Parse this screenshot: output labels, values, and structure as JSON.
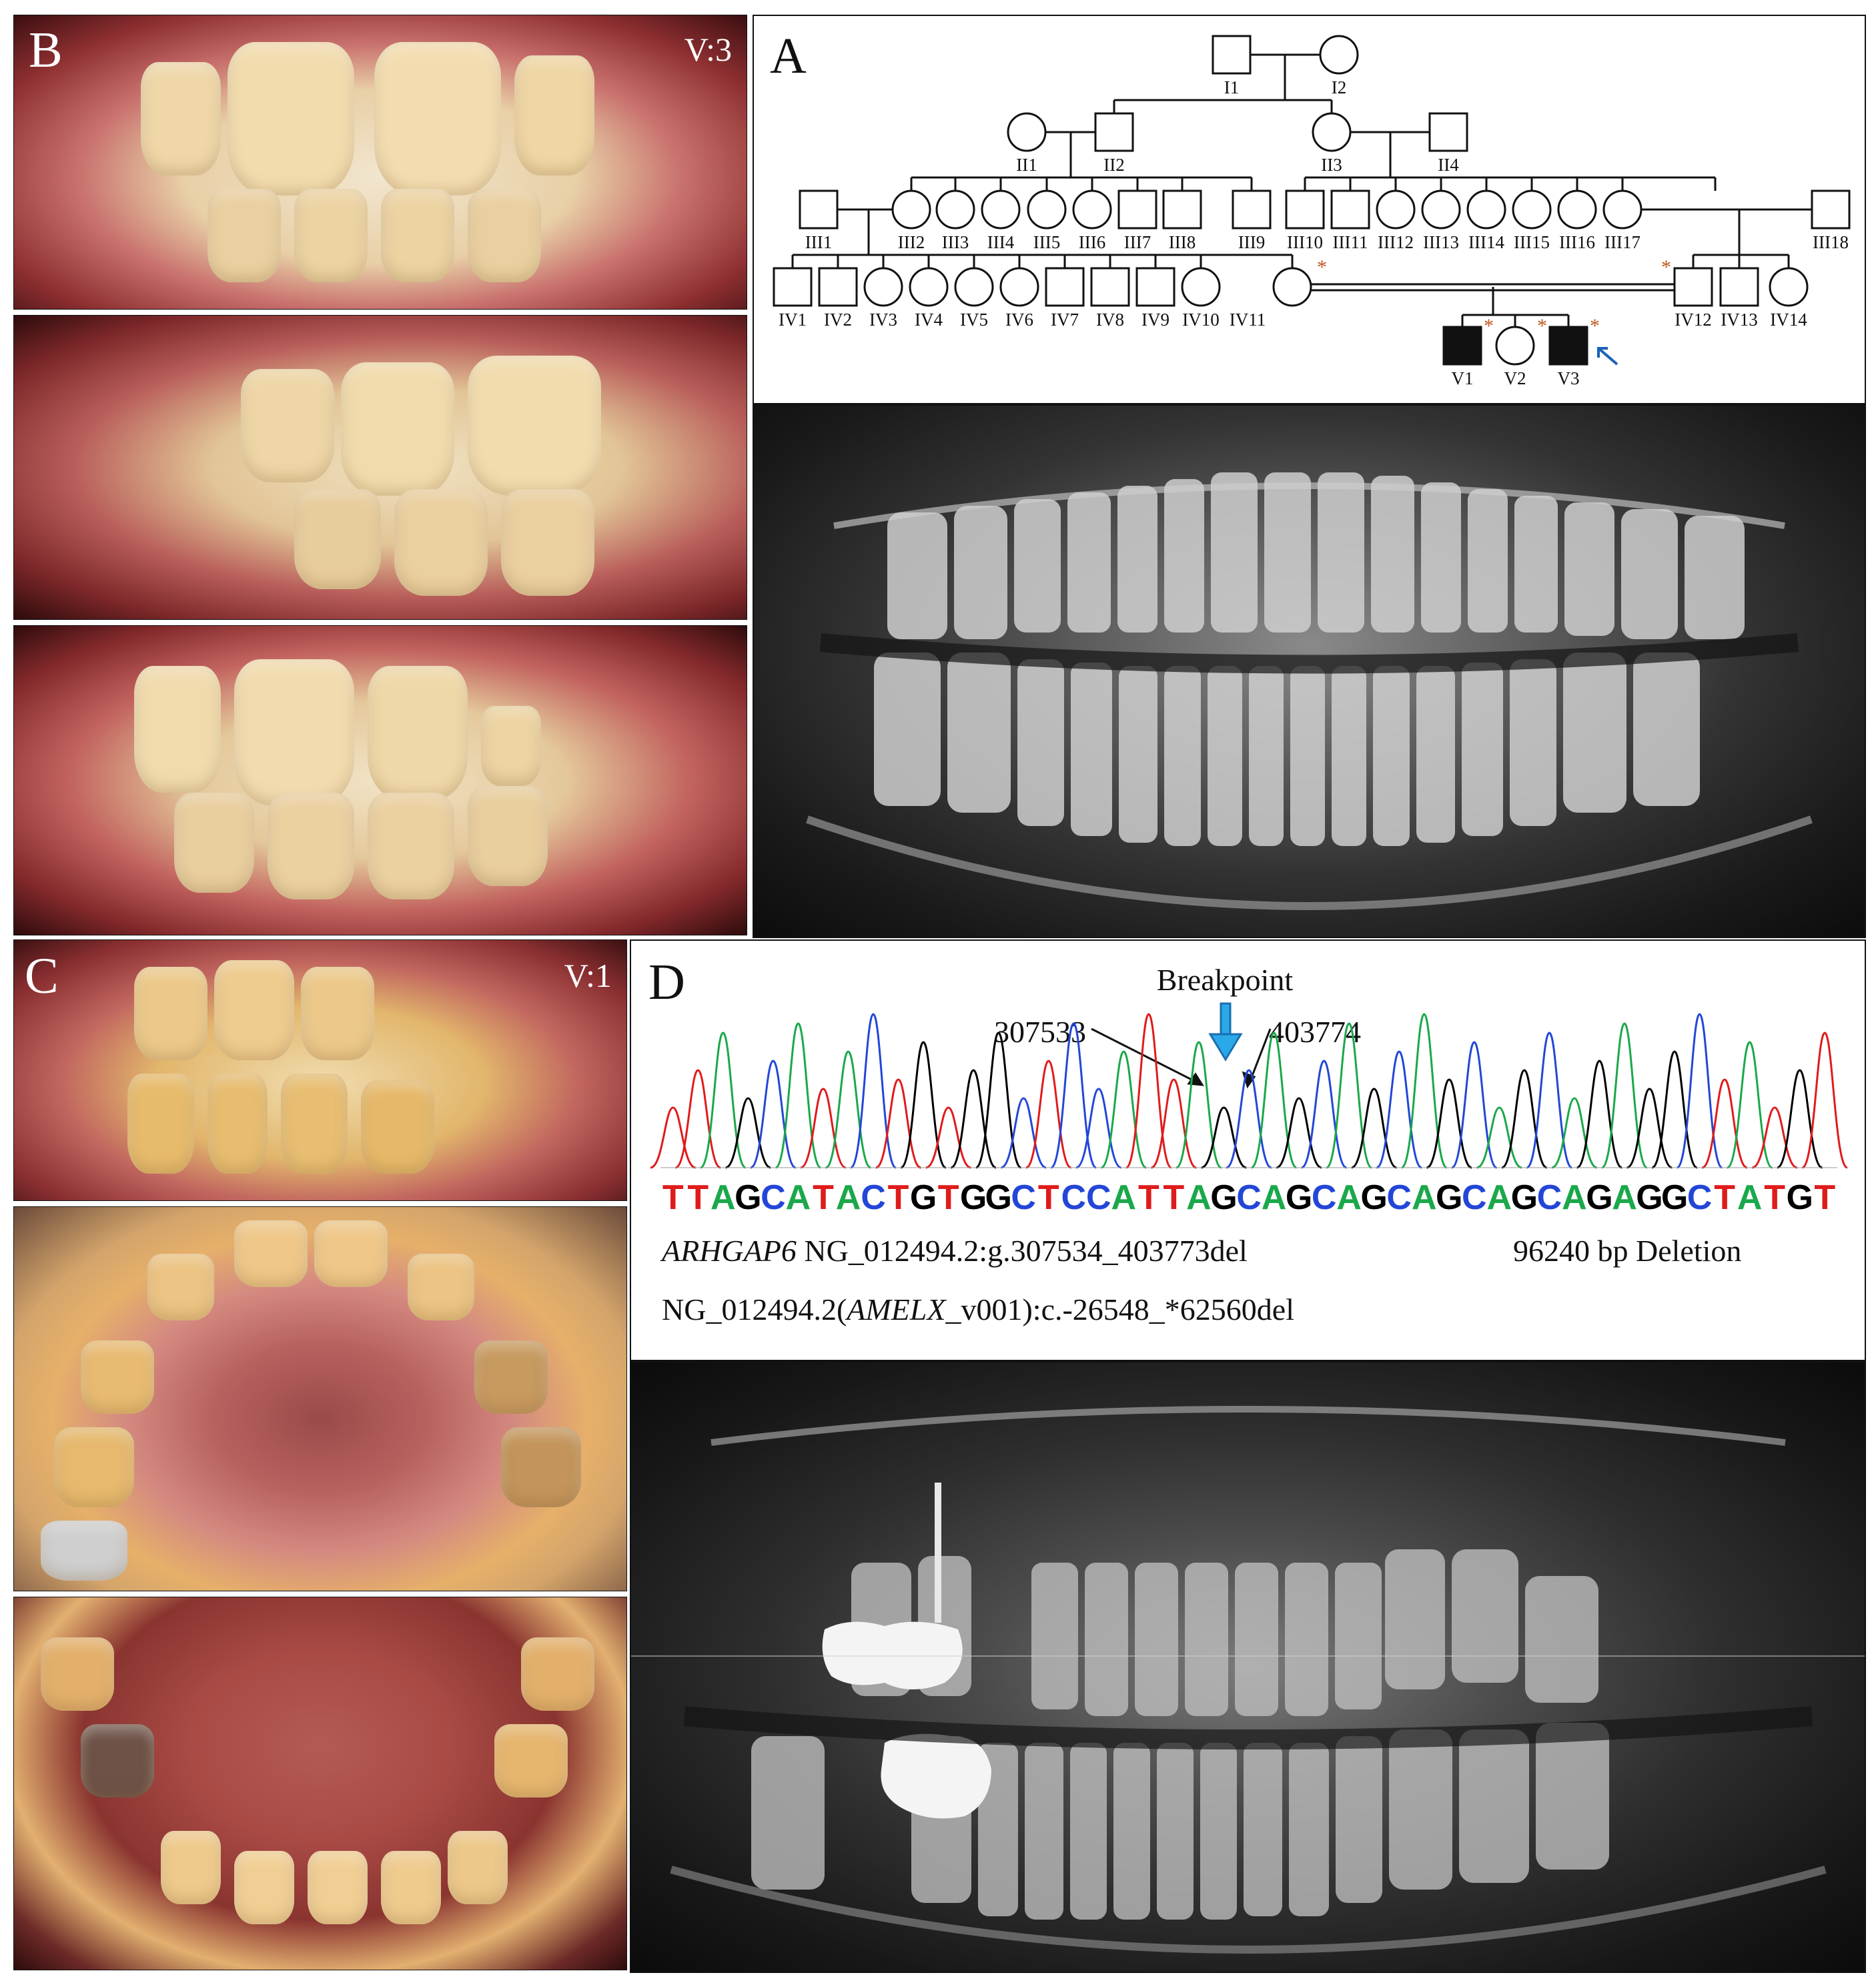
{
  "panel_letters": {
    "a": "A",
    "b": "B",
    "c": "C",
    "d": "D"
  },
  "patient_tags": {
    "b": "V:3",
    "c": "V:1"
  },
  "pedigree": {
    "generation_I": [
      "I1",
      "I2"
    ],
    "generation_II": [
      "II1",
      "II2",
      "II3",
      "II4"
    ],
    "generation_III": [
      "III1",
      "III2",
      "III3",
      "III4",
      "III5",
      "III6",
      "III7",
      "III8",
      "III9",
      "III10",
      "III11",
      "III12",
      "III13",
      "III14",
      "III15",
      "III16",
      "III17",
      "III18"
    ],
    "generation_IV": [
      "IV1",
      "IV2",
      "IV3",
      "IV4",
      "IV5",
      "IV6",
      "IV7",
      "IV8",
      "IV9",
      "IV10",
      "IV11",
      "IV12",
      "IV13",
      "IV14"
    ],
    "generation_V": [
      "V1",
      "V2",
      "V3"
    ],
    "marker": "*"
  },
  "chromatogram": {
    "title": "Breakpoint",
    "left_position": "307533",
    "right_position": "403774",
    "sequence": "TTAGCATACTGTGGCTCCATTAGCAGCAGCAGCAGCAGAGGCTATGT",
    "base_colors": {
      "A": "#1aa84a",
      "C": "#2346d8",
      "G": "#000000",
      "T": "#e01b1b"
    }
  },
  "captions": {
    "gene": "ARHGAP6",
    "line1_rest": " NG_012494.2:g.307534_403773del",
    "deletion": "96240 bp Deletion",
    "line2_pre": "NG_012494.2(",
    "line2_gene": "AMELX",
    "line2_post": "_v001):c.-26548_*62560del"
  }
}
